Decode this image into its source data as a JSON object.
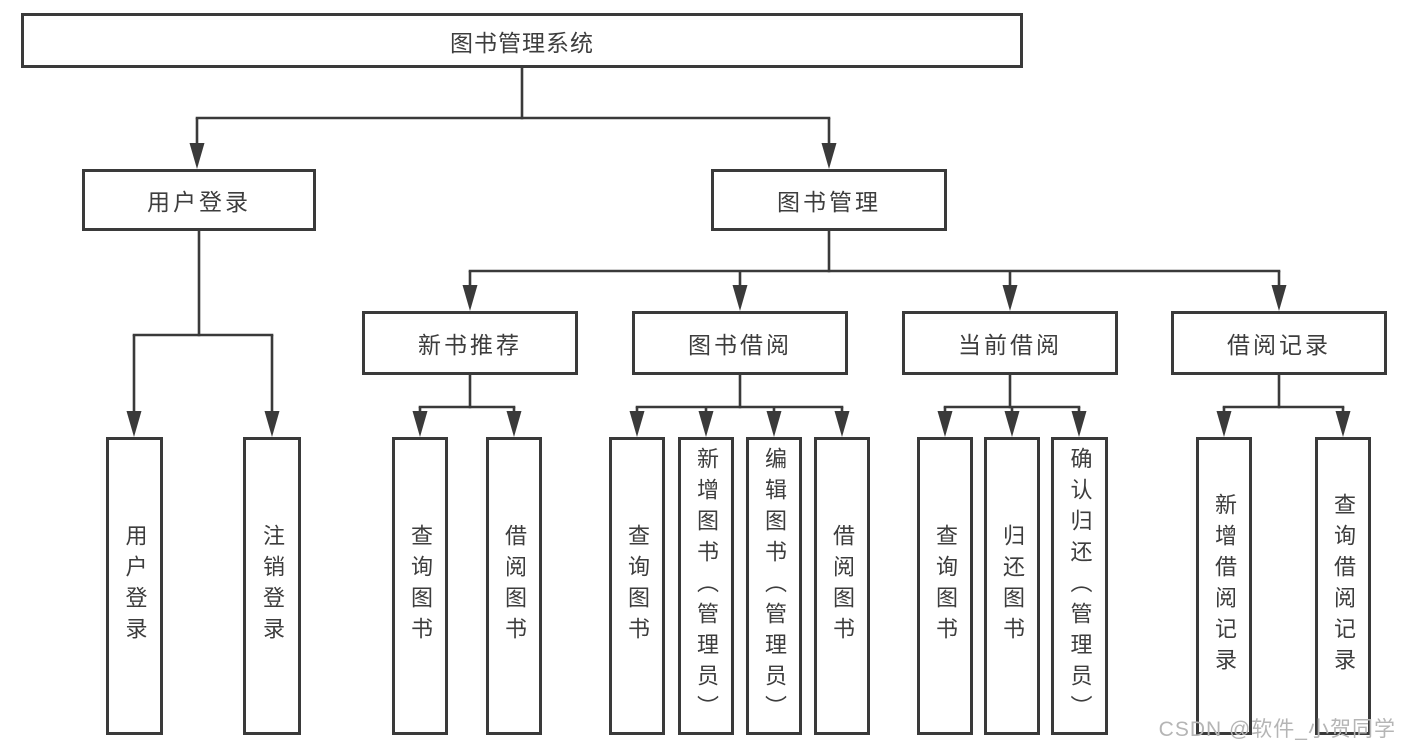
{
  "diagram": {
    "title": "图书管理系统",
    "type": "hierarchy-tree"
  },
  "nodes": {
    "root": {
      "label": "图书管理系统"
    },
    "user_login_group": {
      "label": "用户登录"
    },
    "book_mgmt": {
      "label": "图书管理"
    },
    "new_book_rec": {
      "label": "新书推荐"
    },
    "book_borrow": {
      "label": "图书借阅"
    },
    "current_borrow": {
      "label": "当前借阅"
    },
    "borrow_record": {
      "label": "借阅记录"
    },
    "user_login": {
      "label": "用户登录"
    },
    "logout": {
      "label": "注销登录"
    },
    "query_book_rec": {
      "label": "查询图书"
    },
    "borrow_book_rec": {
      "label": "借阅图书"
    },
    "query_book_borrow": {
      "label": "查询图书"
    },
    "add_book_admin": {
      "label": "新增图书（管理员）"
    },
    "edit_book_admin": {
      "label": "编辑图书（管理员）"
    },
    "borrow_book_borrow": {
      "label": "借阅图书"
    },
    "query_book_current": {
      "label": "查询图书"
    },
    "return_book": {
      "label": "归还图书"
    },
    "confirm_return_admin": {
      "label": "确认归还（管理员）"
    },
    "add_borrow_record": {
      "label": "新增借阅记录"
    },
    "query_borrow_record": {
      "label": "查询借阅记录"
    }
  },
  "edges": [
    [
      "root",
      "user_login_group"
    ],
    [
      "root",
      "book_mgmt"
    ],
    [
      "user_login_group",
      "user_login"
    ],
    [
      "user_login_group",
      "logout"
    ],
    [
      "book_mgmt",
      "new_book_rec"
    ],
    [
      "book_mgmt",
      "book_borrow"
    ],
    [
      "book_mgmt",
      "current_borrow"
    ],
    [
      "book_mgmt",
      "borrow_record"
    ],
    [
      "new_book_rec",
      "query_book_rec"
    ],
    [
      "new_book_rec",
      "borrow_book_rec"
    ],
    [
      "book_borrow",
      "query_book_borrow"
    ],
    [
      "book_borrow",
      "add_book_admin"
    ],
    [
      "book_borrow",
      "edit_book_admin"
    ],
    [
      "book_borrow",
      "borrow_book_borrow"
    ],
    [
      "current_borrow",
      "query_book_current"
    ],
    [
      "current_borrow",
      "return_book"
    ],
    [
      "current_borrow",
      "confirm_return_admin"
    ],
    [
      "borrow_record",
      "add_borrow_record"
    ],
    [
      "borrow_record",
      "query_borrow_record"
    ]
  ],
  "colors": {
    "line": "#3a3a3a",
    "text": "#3d3d3d",
    "background": "#ffffff",
    "watermark": "#b5b5b5"
  },
  "watermark": "CSDN @软件_小贺同学"
}
